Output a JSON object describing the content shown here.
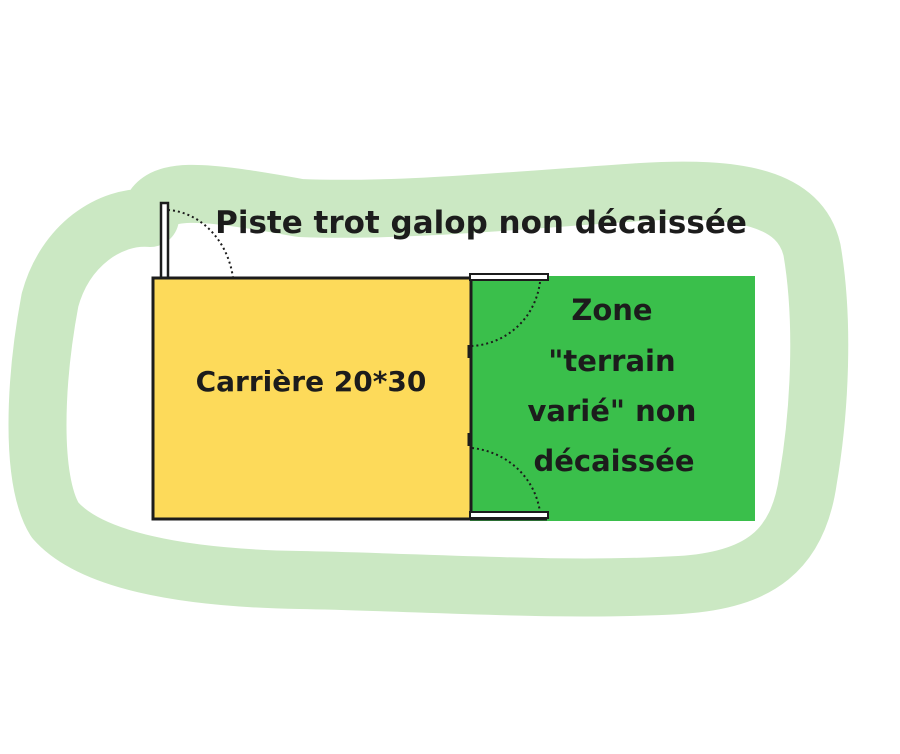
{
  "diagram": {
    "track": {
      "label": "Piste trot galop non décaissée",
      "color": "#cbe8c3"
    },
    "arena": {
      "label": "Carrière 20*30",
      "color": "#fdda5a"
    },
    "zone": {
      "label_lines": [
        "Zone",
        "\"terrain",
        "varié\" non",
        "décaissée"
      ],
      "color": "#3abf4b"
    },
    "outline_color": "#1c1c1c"
  }
}
